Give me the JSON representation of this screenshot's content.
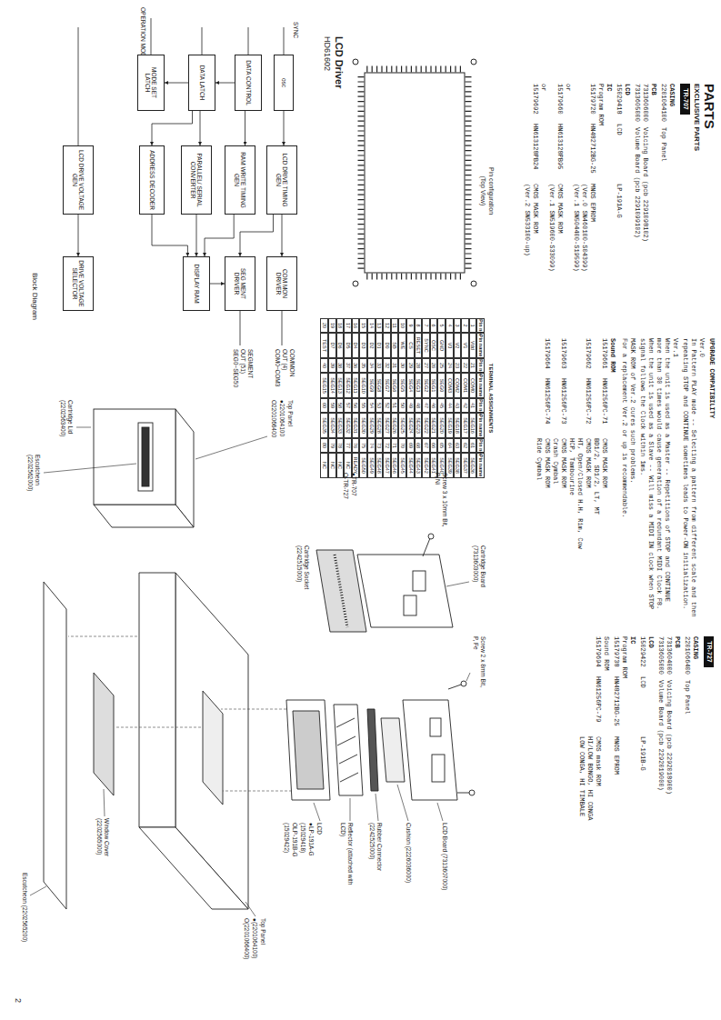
{
  "diagram": {
    "nodes": [
      {
        "text": [
          "TR-707"
        ]
      },
      {
        "text": [
          "TR-727"
        ]
      },
      {
        "text": [
          "osc"
        ]
      },
      {
        "text": [
          "DATA CONTROL"
        ]
      },
      {
        "text": [
          "DATA LATCH"
        ]
      },
      {
        "text": [
          "MODE SET LATCH"
        ]
      },
      {
        "text": [
          "LCD DRIVE TIMING GEN"
        ]
      },
      {
        "text": [
          "RAM WRITE TIMING GEN"
        ]
      },
      {
        "text": [
          "PARALLEL/ SERIAL CONVERTER"
        ]
      },
      {
        "text": [
          "ADDRESS DECODER"
        ]
      },
      {
        "text": [
          "LCD DRIVE VOLTAGE GEN"
        ]
      },
      {
        "text": [
          "COM MON DRIVER"
        ]
      },
      {
        "text": [
          "SEG MENT DRIVER"
        ]
      },
      {
        "text": [
          "DISPLAY RAM"
        ]
      },
      {
        "text": [
          "DRIVE VOLTAGE SELECTOR"
        ]
      }
    ],
    "edges": [
      {
        "from": 2,
        "to": 6,
        "arrow": "to"
      },
      {
        "from": 6,
        "to": 11,
        "arrow": "to"
      },
      {
        "from": 6,
        "to": 12,
        "arrow": "to"
      },
      {
        "from": 3,
        "to": 7,
        "arrow": "to"
      },
      {
        "from": 3,
        "to": 4,
        "arrow": "to"
      },
      {
        "from": 7,
        "to": 13,
        "arrow": "to"
      },
      {
        "from": 4,
        "to": 8,
        "arrow": "to"
      },
      {
        "from": 4,
        "to": 9,
        "arrow": "to"
      },
      {
        "from": 4,
        "to": 5,
        "arrow": "to"
      },
      {
        "from": 8,
        "to": 13,
        "arrow": "to"
      },
      {
        "from": 9,
        "to": 13,
        "arrow": "to"
      },
      {
        "from": 13,
        "to": 12,
        "arrow": "to"
      },
      {
        "from": 10,
        "to": 14,
        "arrow": "to"
      }
    ],
    "labels": [
      "PARTS",
      "EXCLUSIVE PARTS",
      "CASING",
      "2201064100",
      "Top Panel",
      "PCB",
      "7313606000",
      "Voicing Board (pcb 2291098102)",
      "7313605000",
      "Volume Board (pcb 2291099102)",
      "LCD",
      "15029418",
      "LCD",
      "LP-191A-G",
      "IC",
      "Program ROM",
      "15179720",
      "HN482712BG-25",
      "MNOS EPROM",
      "(Ver.0 SN460100-S04399)",
      "(Ver.1 SN504400-S19599)",
      "or",
      "15179660",
      "HN613128PB95",
      "CMOS MASK ROM",
      "(Ver.1 SN519600-S33099)",
      "or",
      "15179692",
      "HN613128PB24",
      "CMOS MASK ROM",
      "(Ver.2 SN533100-up)",
      "UPGRADE COMPATIBILITY",
      "Ver.0",
      "In Pattern PLAY mode -- Selecting a pattern from different scale and then repeating STOP and CONTINUE sometimes leads to Power-ON initialization.",
      "Ver.1",
      "When the unit is used as a Master -- Repetitions of STOP and CONTINUE more than 30 times would cause generation of a redundant MIDI Clock F8.",
      "When the unit is used as a Slave -- Will miss a MIDI IN clock when STOP signal follows the Clock within 1ms.",
      "MASK ROM of Ver.2 cures such problems.",
      "For a replacement Ver.2 or up is recommendable.",
      "Sound ROM",
      "15179661",
      "HN61256PC-71",
      "CMOS MASK ROM",
      "BD1/2, SD1/2, LT, MT",
      "15179662",
      "HN61256PC-72",
      "CMOS MASK ROM",
      "HT, Open/Closed H.H, Rim, Cow",
      "HCP, Tambourine",
      "15179663",
      "HN61256PC-73",
      "CMOS MASK ROM",
      "Crash Cymbal",
      "15179664",
      "HN61256PC-74",
      "CMOS MASK ROM",
      "Ride Cymbal",
      "CASING",
      "2201066400",
      "Top Panel",
      "PCB",
      "7313604000",
      "Voicing Board (pcb 2292018900)",
      "7313605000",
      "Volume Board (pcb 2292019000)",
      "LCD",
      "15029422",
      "LCD",
      "LP-191B-G",
      "IC",
      "Program ROM",
      "15179738",
      "HN482712BG-25",
      "MNOS EPROM",
      "Sound ROM",
      "15179694",
      "HN61256PC-79",
      "CMOS mask ROM",
      "HI/LOW BONGO, HI CONGA",
      "LOW CONGA, HI TIMBALE",
      "LCD Driver",
      "HD61602",
      "COMMON OUT (4) COM0~COM3",
      "SEGMENT OUT (51) SEG0~SEG50",
      "SYNC",
      "OPERATION MODE",
      "Block Diagram",
      "Pin configuration",
      "(Top View)",
      "TERMINAL ASSIGNMENTS",
      "Pin no.",
      "Pin name",
      "Pin no.",
      "Pin name",
      "Pin no.",
      "Pin name",
      "Pin no.",
      "Pin name",
      "1",
      "Vdd",
      "21",
      "COM0",
      "41",
      "SEG16",
      "61",
      "SEG36",
      "2",
      "V1",
      "22",
      "COM1",
      "42",
      "SEG17",
      "62",
      "SEG37",
      "3",
      "V2",
      "23",
      "COM2",
      "43",
      "SEG18",
      "63",
      "SEG38",
      "4",
      "V3",
      "24",
      "COM3",
      "44",
      "SEG19",
      "64",
      "SEG39",
      "5",
      "GND",
      "25",
      "SEG0",
      "45",
      "SEG20",
      "65",
      "SEG40",
      "6",
      "OSC",
      "26",
      "SEG1",
      "46",
      "SEG21",
      "66",
      "SEG41",
      "7",
      "SYNC",
      "27",
      "SEG2",
      "47",
      "SEG22",
      "67",
      "SEG42",
      "8",
      "RESET",
      "28",
      "SEG3",
      "48",
      "SEG23",
      "68",
      "SEG43",
      "9",
      "CS",
      "29",
      "SEG4",
      "49",
      "SEG24",
      "69",
      "SEG44",
      "10",
      "WE",
      "30",
      "SEG5",
      "50",
      "SEG25",
      "70",
      "SEG45",
      "11",
      "SB",
      "31",
      "SEG6",
      "51",
      "SEG26",
      "71",
      "SEG46",
      "12",
      "D0",
      "32",
      "SEG7",
      "52",
      "SEG27",
      "72",
      "SEG47",
      "13",
      "D1",
      "33",
      "SEG8",
      "53",
      "SEG28",
      "73",
      "SEG48",
      "14",
      "D2",
      "34",
      "SEG9",
      "54",
      "SEG29",
      "74",
      "SEG49",
      "15",
      "D3",
      "35",
      "SEG10",
      "55",
      "SEG30",
      "75",
      "SEG50",
      "16",
      "D4",
      "36",
      "SEG11",
      "56",
      "SEG31",
      "76",
      "READY",
      "17",
      "D5",
      "37",
      "SEG12",
      "57",
      "SEG32",
      "77",
      "NC",
      "18",
      "D6",
      "38",
      "SEG13",
      "58",
      "SEG33",
      "78",
      "NC",
      "19",
      "D7",
      "39",
      "SEG14",
      "59",
      "SEG34",
      "79",
      "NC",
      "20",
      "TEST",
      "40",
      "SEG15",
      "60",
      "SEG35",
      "80",
      "NC",
      "Top Panel",
      "●2201064100",
      "O2201066400",
      "Cartridge Lid (2202563400)",
      "Escutcheon (2202562000)",
      "Cartridge Board (7313603000)",
      "Screw 3 x 10mm Bit, P, Ni",
      "Cartridge Socket (2242515000)",
      "●TR-707",
      "O-TR-727",
      "Screw 2 x 8mm Bit, P, Fe",
      "LCD Board (7313607000)",
      "Cushion (2226036000)",
      "Rubber Connector (2242525000)",
      "Reflector (attached with LCD)",
      "LCD",
      "●LP-191A-G",
      "(15029418)",
      "OLP-191B-G",
      "(15029422)",
      "Top Panel",
      "●(2201064100)",
      "O(2201066400)",
      "Window Cover (2202565000)",
      "Escutcheon (2202565200)",
      "2"
    ]
  }
}
